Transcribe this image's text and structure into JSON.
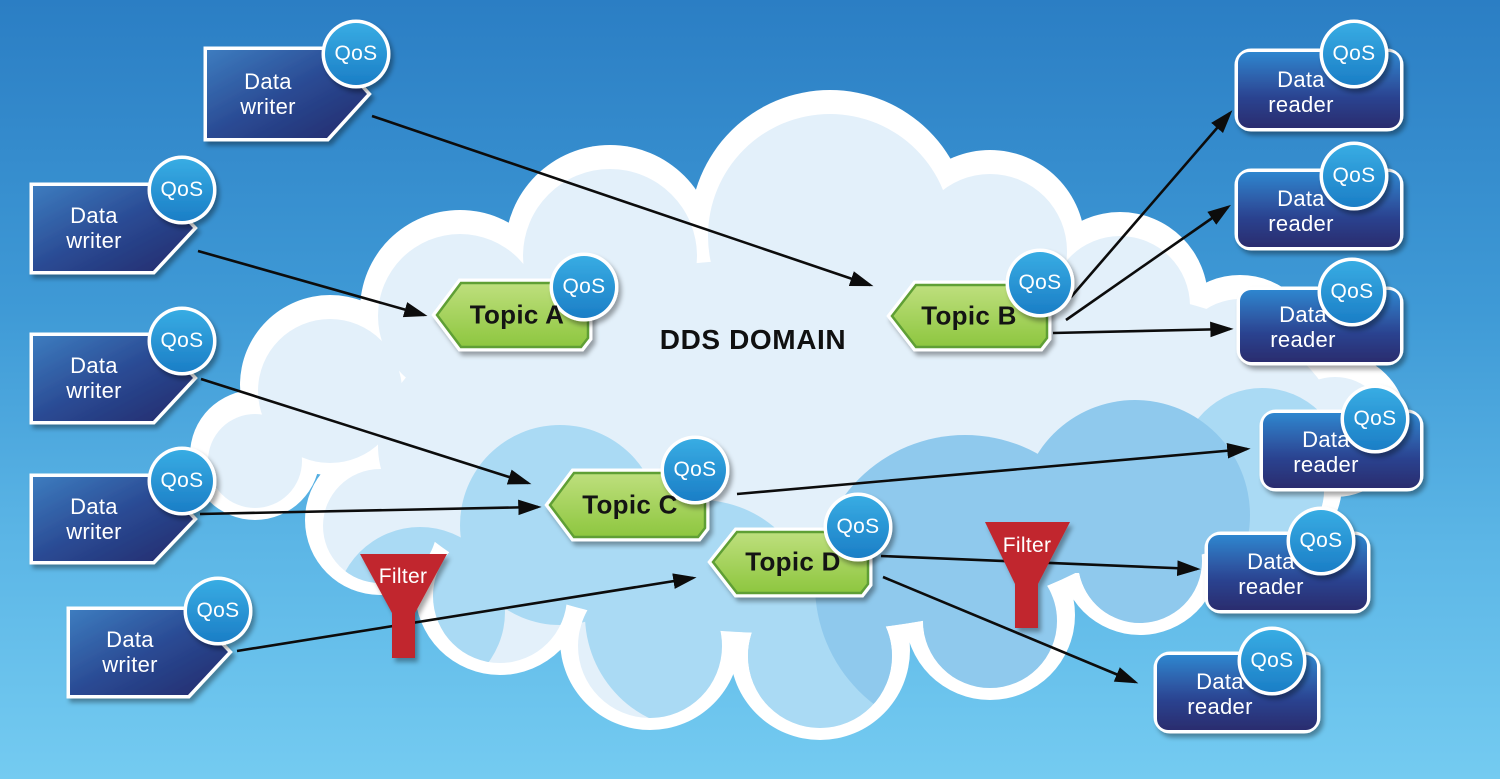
{
  "domain_label": "DDS DOMAIN",
  "qos_label": "QoS",
  "topics": [
    {
      "label": "Topic A"
    },
    {
      "label": "Topic B"
    },
    {
      "label": "Topic C"
    },
    {
      "label": "Topic D"
    }
  ],
  "writers": [
    {
      "line1": "Data",
      "line2": "writer"
    },
    {
      "line1": "Data",
      "line2": "writer"
    },
    {
      "line1": "Data",
      "line2": "writer"
    },
    {
      "line1": "Data",
      "line2": "writer"
    },
    {
      "line1": "Data",
      "line2": "writer"
    }
  ],
  "readers": [
    {
      "line1": "Data",
      "line2": "reader"
    },
    {
      "line1": "Data",
      "line2": "reader"
    },
    {
      "line1": "Data",
      "line2": "reader"
    },
    {
      "line1": "Data",
      "line2": "reader"
    },
    {
      "line1": "Data",
      "line2": "reader"
    },
    {
      "line1": "Data",
      "line2": "reader"
    }
  ],
  "filters": [
    {
      "label": "Filter"
    },
    {
      "label": "Filter"
    }
  ],
  "colors": {
    "sky_top": "#2b7ec4",
    "sky_bottom": "#74cbf1",
    "cloud_rim": "#ffffff",
    "cloud_inner": "#e3f0fa",
    "cloud_accent_light": "#aadaf4",
    "cloud_accent_mid": "#8fc9ed",
    "writer_gradient_start": "#3d7cbf",
    "writer_gradient_end": "#232a6b",
    "reader_gradient_start": "#2f86cf",
    "reader_gradient_end": "#292c6e",
    "qos_gradient_start": "#38ace3",
    "qos_gradient_end": "#1b7ec6",
    "topic_gradient_start": "#bedf7d",
    "topic_gradient_end": "#8dc63f",
    "topic_border": "#5f9f35",
    "filter_red": "#c1272f",
    "arrow": "#0c0c0c"
  }
}
